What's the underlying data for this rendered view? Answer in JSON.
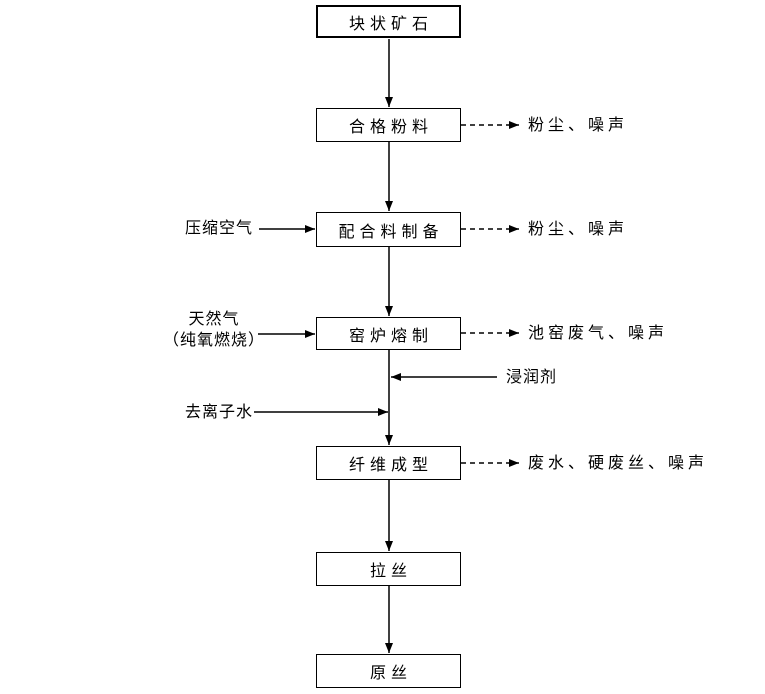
{
  "diagram": {
    "process_nodes": [
      {
        "label": "块状矿石"
      },
      {
        "label": "合格粉料"
      },
      {
        "label": "配合料制备"
      },
      {
        "label": "窑炉熔制"
      },
      {
        "label": "纤维成型"
      },
      {
        "label": "拉丝"
      },
      {
        "label": "原丝"
      }
    ],
    "inputs": [
      {
        "label": "压缩空气",
        "target": "配合料制备"
      },
      {
        "label_line1": "天然气",
        "label_line2": "（纯氧燃烧）",
        "target": "窑炉熔制"
      },
      {
        "label": "去离子水",
        "target": "纤维成型"
      },
      {
        "label": "浸润剂",
        "target": "纤维成型"
      }
    ],
    "emissions": [
      {
        "label": "粉尘、噪声",
        "source": "合格粉料"
      },
      {
        "label": "粉尘、噪声",
        "source": "配合料制备"
      },
      {
        "label": "池窑废气、噪声",
        "source": "窑炉熔制"
      },
      {
        "label": "废水、硬废丝、噪声",
        "source": "纤维成型"
      }
    ],
    "flow": [
      {
        "from": "块状矿石",
        "to": "合格粉料"
      },
      {
        "from": "合格粉料",
        "to": "配合料制备"
      },
      {
        "from": "配合料制备",
        "to": "窑炉熔制"
      },
      {
        "from": "窑炉熔制",
        "to": "纤维成型"
      },
      {
        "from": "纤维成型",
        "to": "拉丝"
      },
      {
        "from": "拉丝",
        "to": "原丝"
      }
    ],
    "colors": {
      "background": "#ffffff",
      "line": "#000000",
      "text": "#000000"
    }
  }
}
